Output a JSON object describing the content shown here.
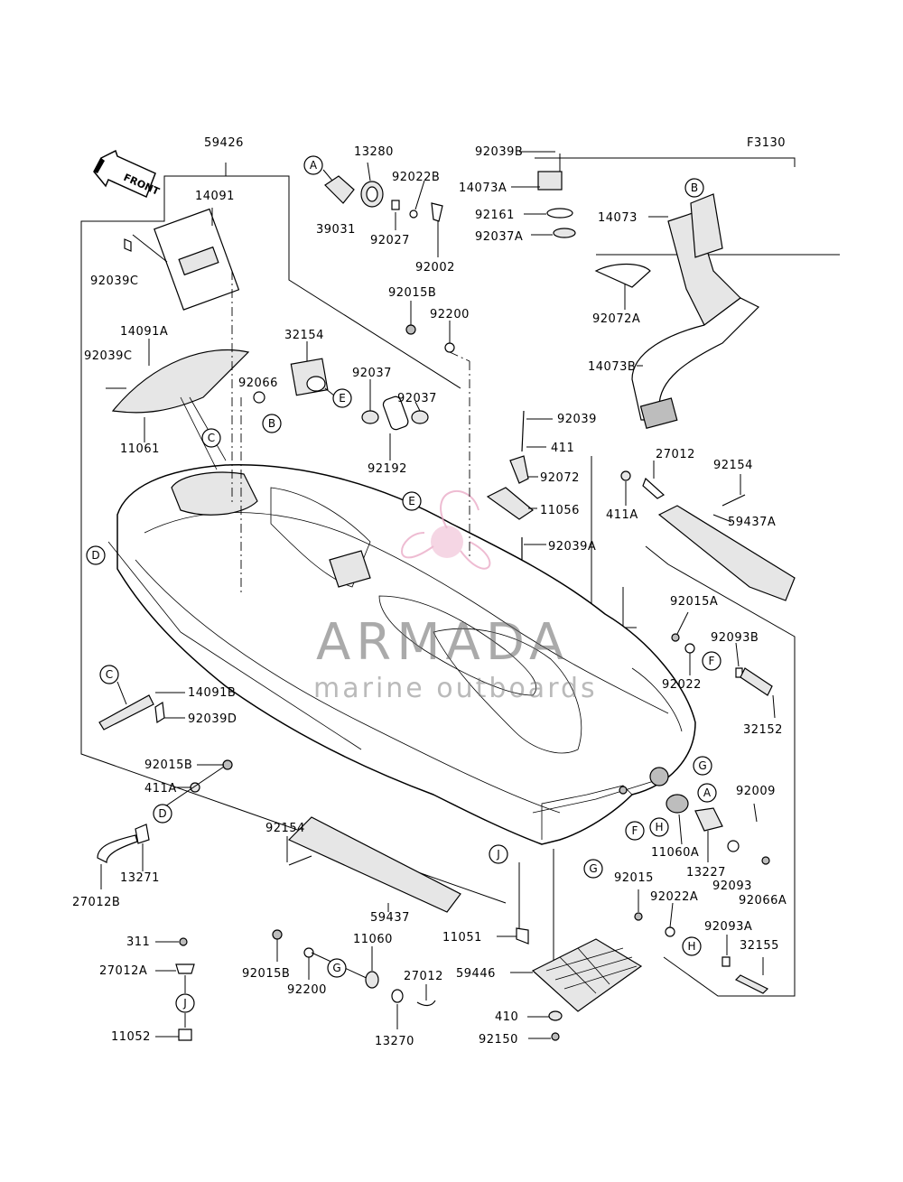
{
  "figure_code": "F3130",
  "front_label": "FRONT",
  "watermark": {
    "brand": "ARMADA",
    "tagline": "marine outboards",
    "accent": "#e8a0c0"
  },
  "parts": {
    "p59426": "59426",
    "p14091": "14091",
    "p92039C_a": "92039C",
    "p14091A": "14091A",
    "p92039C_b": "92039C",
    "p11061": "11061",
    "p92066": "92066",
    "p32154": "32154",
    "p92037_a": "92037",
    "p92037_b": "92037",
    "p92192": "92192",
    "p39031": "39031",
    "p13280": "13280",
    "p92022B": "92022B",
    "p92027": "92027",
    "p92002": "92002",
    "p92015B_top": "92015B",
    "p92200_top": "92200",
    "p92039B": "92039B",
    "p14073A": "14073A",
    "p92161": "92161",
    "p92037A": "92037A",
    "p14073": "14073",
    "p92072A": "92072A",
    "p14073B": "14073B",
    "p92039": "92039",
    "p411": "411",
    "p92072": "92072",
    "p11056": "11056",
    "p92039A": "92039A",
    "p27012_top": "27012",
    "p411A_top": "411A",
    "p92154_top": "92154",
    "p59437A": "59437A",
    "p92015A": "92015A",
    "p92093B": "92093B",
    "p92022": "92022",
    "p32152": "32152",
    "p14091B": "14091B",
    "p92039D": "92039D",
    "p92015B_left": "92015B",
    "p411A_left": "411A",
    "p13271": "13271",
    "p27012B": "27012B",
    "p92154_mid": "92154",
    "p59437": "59437",
    "p11060A": "11060A",
    "p13227": "13227",
    "p92009": "92009",
    "p92093": "92093",
    "p92066A": "92066A",
    "p92015": "92015",
    "p92022A": "92022A",
    "p92093A": "92093A",
    "p32155": "32155",
    "p11051": "11051",
    "p59446": "59446",
    "p410": "410",
    "p92150": "92150",
    "p311": "311",
    "p27012A": "27012A",
    "p11052": "11052",
    "p92015B_bot": "92015B",
    "p92200_bot": "92200",
    "p11060": "11060",
    "p27012_bot": "27012",
    "p13270": "13270"
  },
  "callouts": {
    "A_top": "A",
    "B_top": "B",
    "B_hull": "B",
    "C_hull": "C",
    "C_left": "C",
    "D_hull": "D",
    "D_left": "D",
    "E_mid": "E",
    "E_hull": "E",
    "F_right": "F",
    "F_rear": "F",
    "G_rear": "G",
    "G_bottom": "G",
    "G_left": "G",
    "H_rear": "H",
    "H_right": "H",
    "J_hull": "J",
    "J_left": "J",
    "A_rear": "A"
  }
}
